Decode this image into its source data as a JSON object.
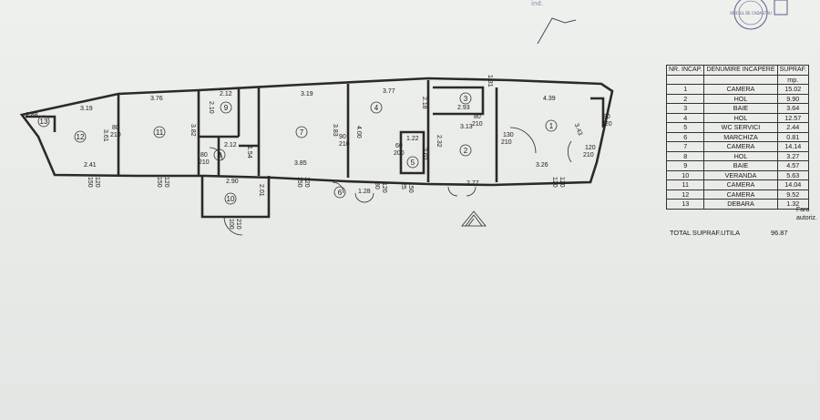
{
  "rooms": [
    {
      "no": "1",
      "name": "CAMERA",
      "area": "15.02"
    },
    {
      "no": "2",
      "name": "HOL",
      "area": "9.90"
    },
    {
      "no": "3",
      "name": "BAIE",
      "area": "3.64"
    },
    {
      "no": "4",
      "name": "HOL",
      "area": "12.57"
    },
    {
      "no": "5",
      "name": "WC SERVICI",
      "area": "2.44"
    },
    {
      "no": "6",
      "name": "MARCHIZA",
      "area": "0.81"
    },
    {
      "no": "7",
      "name": "CAMERA",
      "area": "14.14"
    },
    {
      "no": "8",
      "name": "HOL",
      "area": "3.27"
    },
    {
      "no": "9",
      "name": "BAIE",
      "area": "4.57"
    },
    {
      "no": "10",
      "name": "VERANDA",
      "area": "5.63"
    },
    {
      "no": "11",
      "name": "CAMERA",
      "area": "14.04"
    },
    {
      "no": "12",
      "name": "CAMERA",
      "area": "9.52"
    },
    {
      "no": "13",
      "name": "DEBARA",
      "area": "1.32"
    }
  ],
  "table": {
    "col_nr": "NR. INCAP.",
    "col_name": "DENUMIRE INCAPERE",
    "col_area": "SUPRAF.",
    "col_unit": "mp.",
    "total_label": "TOTAL SUPRAF.UTILA",
    "total_value": "96.87",
    "note": "Fara autoriz."
  },
  "dimensions": {
    "d_319a": "3.19",
    "d_376": "3.76",
    "d_212a": "2.12",
    "d_319b": "3.19",
    "d_377": "3.77",
    "d_439": "4.39",
    "d_293": "2.93",
    "d_131": "1.31",
    "d_313": "3.13",
    "d_218": "2.18",
    "d_188": "1.88",
    "d_361": "3.61",
    "d_382": "3.82",
    "d_210": "2.10",
    "d_212b": "2.12",
    "d_154": "1.54",
    "d_383": "3.83",
    "d_400": "4.00",
    "d_122": "1.22",
    "d_202": "2.02",
    "d_232": "2.32",
    "d_343": "3.43",
    "d_241": "2.41",
    "d_385": "3.85",
    "d_326": "3.26",
    "d_290": "2.90",
    "d_201": "2.01",
    "d_128": "1.28",
    "d_277": "2.77"
  },
  "doors": {
    "dr_80_210a": [
      "80",
      "210"
    ],
    "dr_80_210b": [
      "80",
      "210"
    ],
    "dr_90_210": [
      "90",
      "210"
    ],
    "dr_60_200": [
      "60",
      "200"
    ],
    "dr_80_210c": [
      "80",
      "210"
    ],
    "dr_130_210": [
      "130",
      "210"
    ],
    "dr_90_120": [
      "90",
      "120"
    ],
    "dr_120_210": [
      "120",
      "210"
    ],
    "dr_100_210": [
      "100",
      "210"
    ]
  },
  "windows": {
    "w1": [
      "150",
      "120"
    ],
    "w2": [
      "150",
      "120"
    ],
    "w3": [
      "150",
      "120"
    ],
    "w4": [
      "80",
      "120"
    ],
    "w5": [
      "25",
      "150"
    ],
    "w6": [
      "120",
      "120"
    ]
  },
  "handwriting": "ind.",
  "stamp_text": "OFICIUL DE CADASTRU"
}
